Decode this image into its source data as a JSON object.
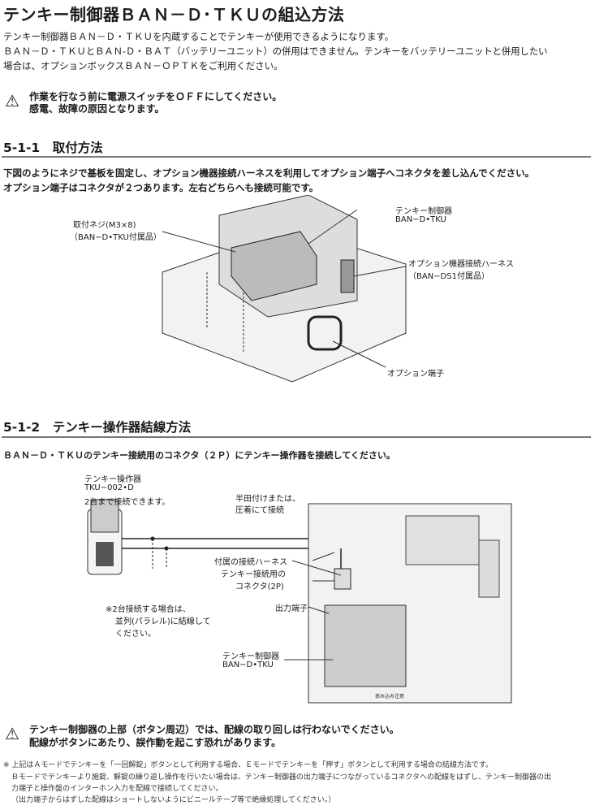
{
  "title": "テンキー制御器ＢＡＮ－Ｄ･ＴＫＵの組込方法",
  "intro": [
    "テンキー制御器ＢＡＮ－Ｄ・ＴＫＵを内蔵することでテンキーが使用できるようになります。",
    "ＢＡＮ－Ｄ・ＴＫＵとＢＡＮ-Ｄ・ＢＡＴ（バッテリーユニット）の併用はできません。テンキーをバッテリーユニットと併用したい",
    "場合は、オプションボックスＢＡＮ－ＯＰＴＫをご利用ください。"
  ],
  "warning1": [
    "作業を行なう前に電源スイッチをＯＦＦにしてください。",
    "感電、故障の原因となります。"
  ],
  "section1": {
    "heading": "5-1-1　取付方法",
    "text": [
      "下図のようにネジで基板を固定し、オプション機器接続ハーネスを利用してオプション端子へコネクタを差し込んでください。",
      "オプション端子はコネクタが２つあります。左右どちらへも接続可能です。"
    ],
    "labels": {
      "screw": "取付ネジ(M3×8)",
      "screw_note": "（BAN−D•TKU付属品）",
      "controller": "テンキー制御器",
      "controller_model": "BAN−D•TKU",
      "harness": "オプション機器接続ハーネス",
      "harness_note": "（BAN−DS1付属品）",
      "terminal": "オプション端子"
    }
  },
  "section2": {
    "heading": "5-1-2　テンキー操作器結線方法",
    "text": "ＢＡＮ－Ｄ・ＴＫＵのテンキー接続用のコネクタ（２Ｐ）にテンキー操作器を接続してください。",
    "labels": {
      "keypad": "テンキー操作器",
      "keypad_model": "TKU−002•D",
      "keypad_note": "2台まで接続できます。",
      "solder1": "半田付けまたは、",
      "solder2": "圧着にて接続",
      "harness": "付属の接続ハーネス",
      "connector1": "テンキー接続用の",
      "connector2": "コネクタ(2P)",
      "output": "出力端子",
      "parallel1": "※2台接続する場合は、",
      "parallel2": "並列(パラレル)に結線して",
      "parallel3": "ください。",
      "controller": "テンキー制御器",
      "controller_model": "BAN−D•TKU",
      "pinch": "挟み込み注意"
    }
  },
  "warning2": [
    "テンキー制御器の上部（ボタン周辺）では、配線の取り回しは行わないでください。",
    "配線がボタンにあたり、誤作動を起こす恐れがあります。"
  ],
  "footnote": [
    "※ 上記はＡモードでテンキーを「一回解錠」ボタンとして利用する場合、Ｅモードでテンキーを「押す」ボタンとして利用する場合の結線方法です。",
    "Ｂモードでテンキーより施錠、解錠の繰り返し操作を行いたい場合は、テンキー制御器の出力端子につながっているコネクタへの配線をはずし、テンキー制御器の出",
    "力端子と操作盤のインターホン入力を配線で接続してください。",
    "（出力端子からはずした配線はショートしないようにビニールテープ等で絶縁処理してください。）"
  ]
}
